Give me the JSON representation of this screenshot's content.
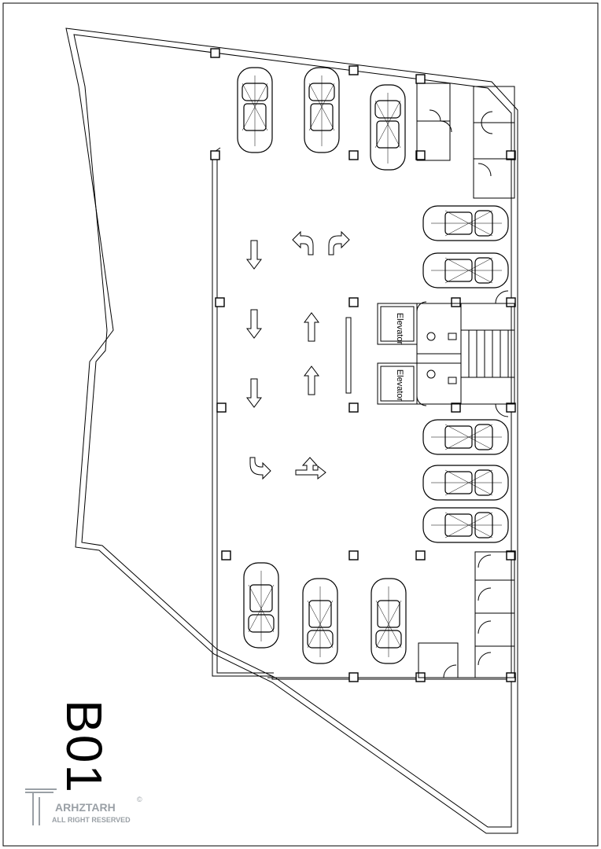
{
  "plan": {
    "level_label": "B01",
    "elevators": [
      {
        "label": "Elevator"
      },
      {
        "label": "Elevator"
      }
    ],
    "colors": {
      "line": "#000000",
      "wall_fill": "#ffffff",
      "logo": "#9aa0a6"
    }
  },
  "watermark": {
    "brand": "ARHZTARH",
    "tagline": "ALL RIGHT RESERVED",
    "symbol": "©"
  }
}
